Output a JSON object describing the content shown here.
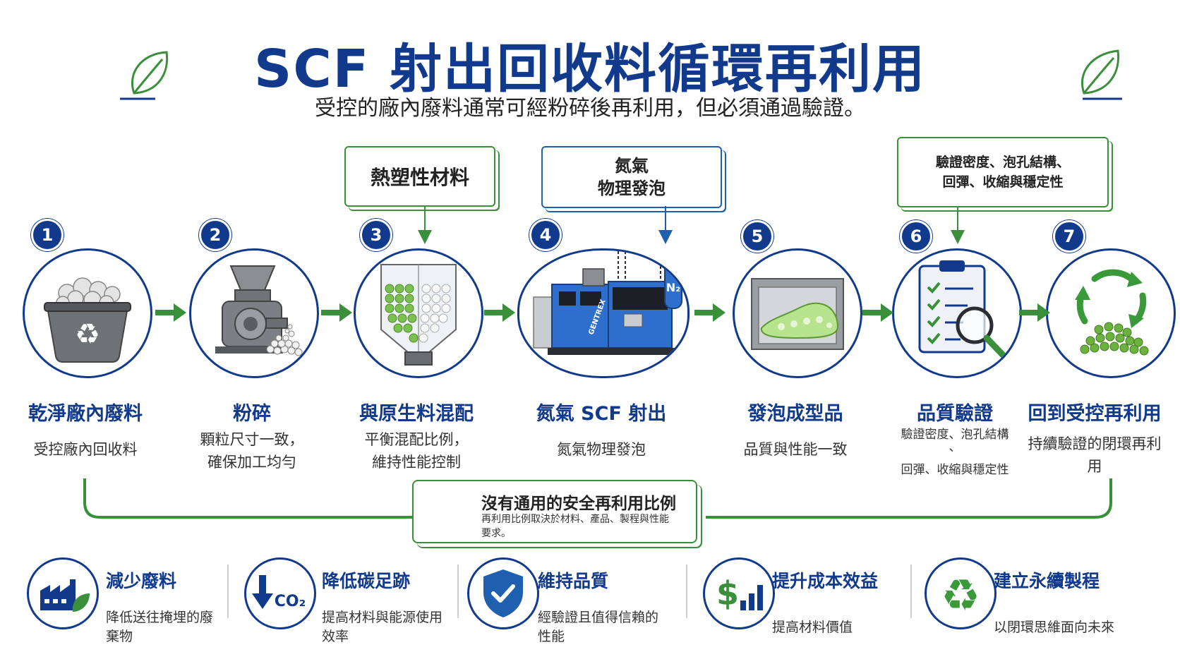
{
  "header": {
    "title": "SCF 射出回收料循環再利用",
    "subtitle": "受控的廠內廢料通常可經粉碎後再利用，但必須通過驗證。"
  },
  "callouts": {
    "thermoplastic": "熱塑性材料",
    "nitrogen_line1": "氮氣",
    "nitrogen_line2": "物理發泡",
    "verify_line1": "驗證密度、泡孔結構、",
    "verify_line2": "回彈、收縮與穩定性"
  },
  "steps": [
    {
      "num": "1",
      "title": "乾淨廠內廢料",
      "desc1": "受控廠內回收料",
      "desc2": ""
    },
    {
      "num": "2",
      "title": "粉碎",
      "desc1": "顆粒尺寸一致，",
      "desc2": "確保加工均勻"
    },
    {
      "num": "3",
      "title": "與原生料混配",
      "desc1": "平衡混配比例，",
      "desc2": "維持性能控制"
    },
    {
      "num": "4",
      "title": "氮氣 SCF 射出",
      "desc1": "氮氣物理發泡",
      "desc2": ""
    },
    {
      "num": "5",
      "title": "發泡成型品",
      "desc1": "品質與性能一致",
      "desc2": ""
    },
    {
      "num": "6",
      "title": "品質驗證",
      "desc1": "驗證密度、泡孔結構",
      "desc2": "回彈、收縮與穩定性",
      "desc_mid": "、"
    },
    {
      "num": "7",
      "title": "回到受控再利用",
      "desc1": "持續驗證的閉環再利",
      "desc2": "用"
    }
  ],
  "machine": {
    "brand": "GENTREX",
    "gas_label": "N2"
  },
  "note": {
    "title": "沒有通用的安全再利用比例",
    "line1": "再利用比例取決於材料、產品、製程與性能",
    "line2": "要求。"
  },
  "benefits": [
    {
      "title": "減少廢料",
      "desc1": "降低送往掩埋的廢",
      "desc2": "棄物",
      "icon": "factory-leaf-icon"
    },
    {
      "title": "降低碳足跡",
      "desc1": "提高材料與能源使用",
      "desc2": "效率",
      "icon": "co2-down-icon",
      "icon_text": "CO₂"
    },
    {
      "title": "維持品質",
      "desc1": "經驗證且值得信賴的",
      "desc2": "性能",
      "icon": "shield-check-icon"
    },
    {
      "title": "提升成本效益",
      "desc1": "提高材料價值",
      "desc2": "",
      "icon": "dollar-chart-icon"
    },
    {
      "title": "建立永續製程",
      "desc1": "以閉環思維面向未來",
      "desc2": "",
      "icon": "recycle-icon"
    }
  ],
  "colors": {
    "navy": "#123a8c",
    "green": "#3a8f3a",
    "blue": "#1f5fb0"
  }
}
